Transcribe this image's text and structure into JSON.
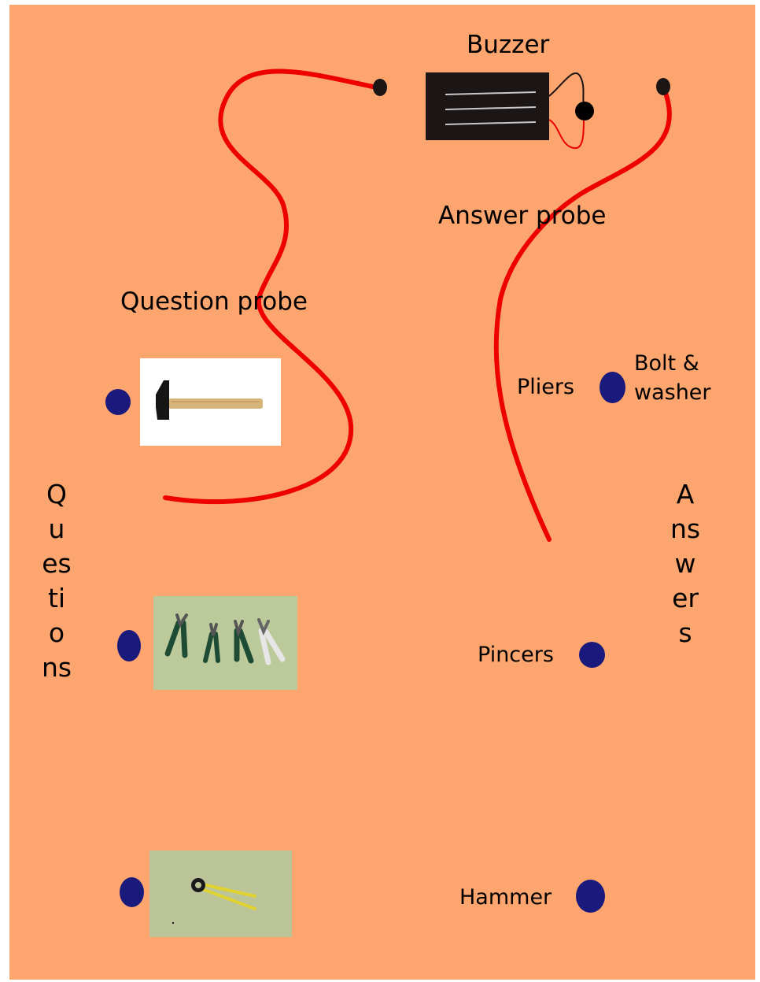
{
  "labels": {
    "buzzer": "Buzzer",
    "answer_probe": "Answer probe",
    "question_probe": "Question probe",
    "questions": "Questions",
    "answers": "Answers"
  },
  "answers": {
    "pliers": "Pliers",
    "bolt_washer_line1": "Bolt &",
    "bolt_washer_line2": "washer",
    "pincers": "Pincers",
    "hammer": "Hammer"
  },
  "questions": [
    {
      "picture": "hammer-picture"
    },
    {
      "picture": "pliers-picture"
    },
    {
      "picture": "pincers-picture"
    }
  ],
  "colors": {
    "board": "#fda56f",
    "wire": "#ee0000",
    "contact_dot": "#1a1a7c",
    "buzzer_body": "#1c1515"
  }
}
